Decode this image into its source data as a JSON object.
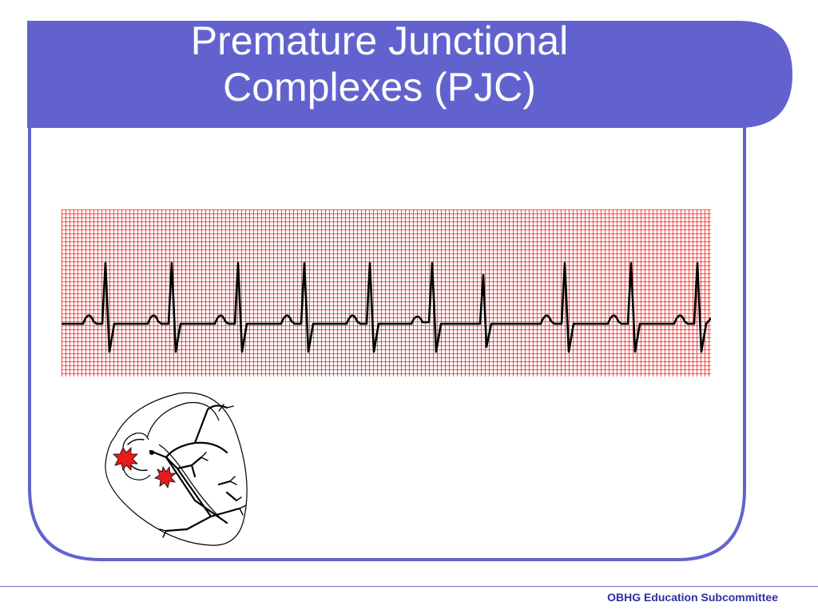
{
  "slide": {
    "title_line_1": "Premature Junctional",
    "title_line_2": "Complexes (PJC)",
    "footer": "OBHG Education Subcommittee"
  },
  "colors": {
    "frame": "#6262cf",
    "ecg_grid": "#ee2222",
    "ecg_trace": "#000000",
    "footer_text": "#2f2fa0"
  },
  "ecg": {
    "image": "ECG rhythm strip showing premature junctional complexes",
    "beats": 10
  },
  "heart_diagram": {
    "image": "heart conduction system diagram with ectopic focus icons"
  }
}
